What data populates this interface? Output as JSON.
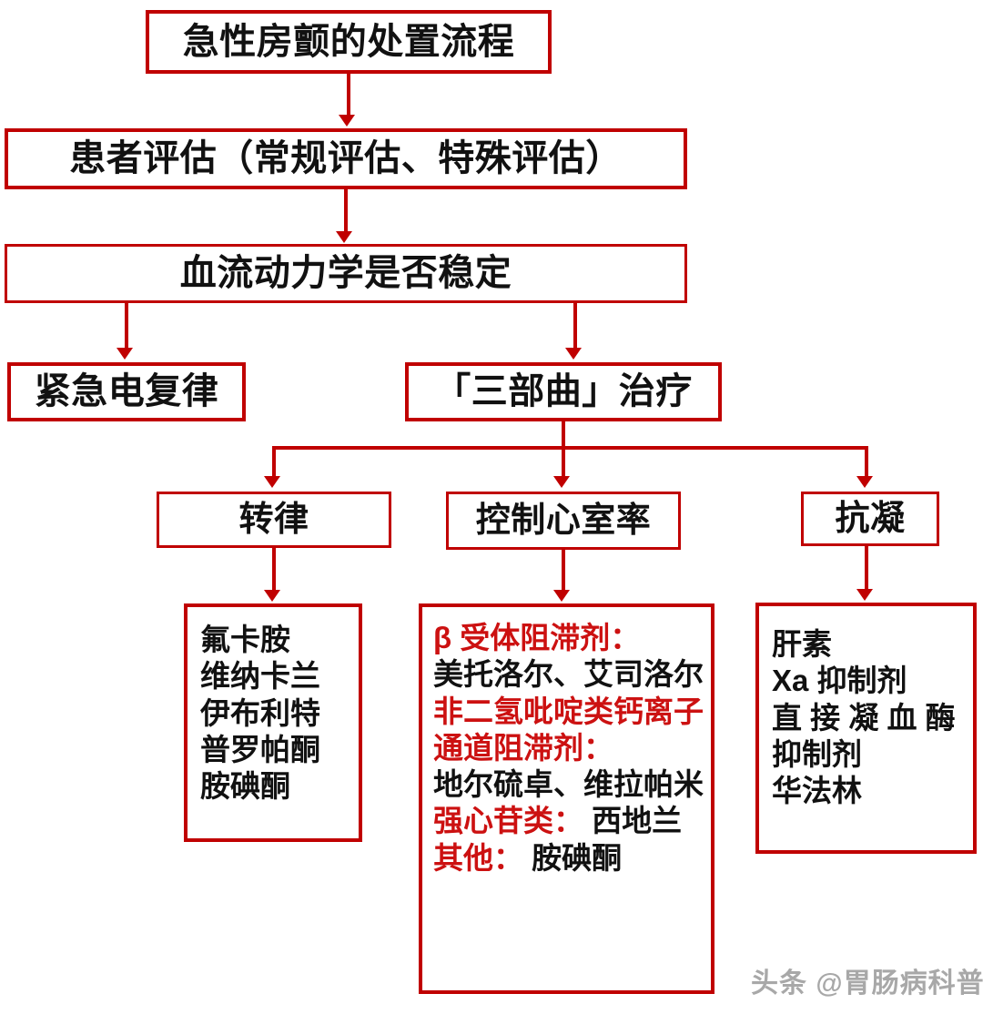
{
  "diagram": {
    "title": "急性房颤的处置流程",
    "nodes": {
      "title_box": "急性房颤的处置流程",
      "assessment": "患者评估（常规评估、特殊评估）",
      "hemodynamic": "血流动力学是否稳定",
      "emergency_cardioversion": "紧急电复律",
      "triad_therapy": "「三部曲」治疗",
      "rhythm_control": "转律",
      "rate_control": "控制心室率",
      "anticoagulation": "抗凝"
    },
    "rhythm_drugs": {
      "lines": [
        "氟卡胺",
        "维纳卡兰",
        "伊布利特",
        "普罗帕酮",
        "胺碘酮"
      ]
    },
    "rate_drugs": {
      "lines": [
        {
          "header": "β 受体阻滞剂：",
          "body": ""
        },
        {
          "header": "",
          "body": "美托洛尔、艾司洛尔"
        },
        {
          "header": "非二氢吡啶类钙离子通道阻滞剂：",
          "body": ""
        },
        {
          "header": "",
          "body": "地尔硫卓、维拉帕米"
        },
        {
          "header": "强心苷类：",
          "body": " 西地兰"
        },
        {
          "header": "其他：",
          "body": " 胺碘酮"
        }
      ]
    },
    "anticoag_drugs": {
      "lines": [
        "肝素",
        "Xa 抑制剂",
        "直 接 凝 血 酶",
        "抑制剂",
        "华法林"
      ]
    },
    "watermark": "头条 @胃肠病科普",
    "colors": {
      "border": "#c00000",
      "red_text": "#cc1111",
      "black_text": "#111111",
      "background": "#ffffff",
      "watermark": "#9a9a9a"
    }
  }
}
